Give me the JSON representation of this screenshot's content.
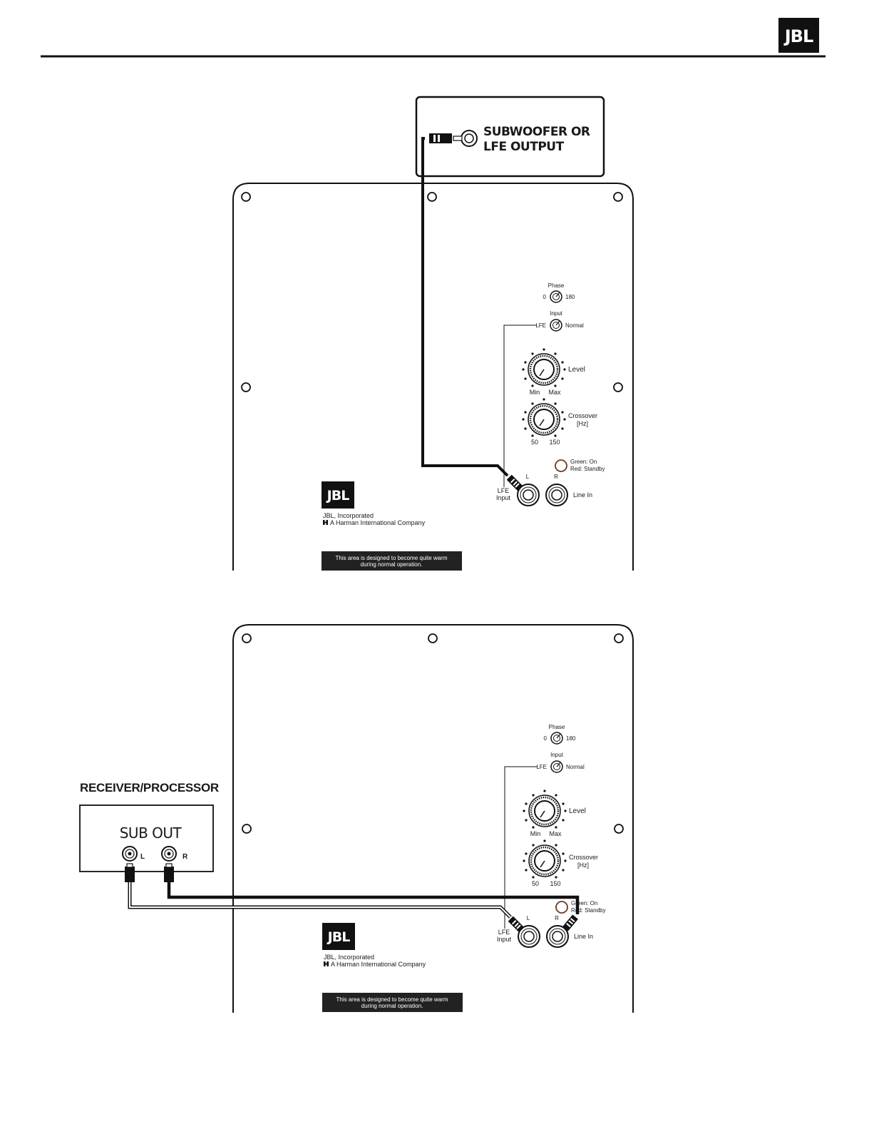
{
  "header": {
    "logo_text": "JBL"
  },
  "figure_top": {
    "source_box": {
      "line1": "SUBWOOFER OR",
      "line2": "LFE OUTPUT"
    },
    "panel": {
      "phase_label": "Phase",
      "phase_0": "0",
      "phase_180": "180",
      "input_label": "Input",
      "input_lfe": "LFE",
      "input_normal": "Normal",
      "level_label": "Level",
      "level_min": "Min",
      "level_max": "Max",
      "crossover_label": "Crossover",
      "crossover_unit": "[Hz]",
      "crossover_min": "50",
      "crossover_max": "150",
      "power_green": "Green: On",
      "power_red": "Red: Standby",
      "jack_l": "L",
      "jack_r": "R",
      "lfe_input_1": "LFE",
      "lfe_input_2": "Input",
      "line_in": "Line In",
      "logo_text": "JBL",
      "company_1": "JBL, Incorporated",
      "company_2": "A Harman International Company",
      "warning_1": "This area is designed to become quite warm",
      "warning_2": "during normal operation."
    }
  },
  "figure_bottom": {
    "receiver_title": "RECEIVER/PROCESSOR",
    "sub_out": "SUB OUT",
    "sub_l": "L",
    "sub_r": "R",
    "panel": {
      "phase_label": "Phase",
      "phase_0": "0",
      "phase_180": "180",
      "input_label": "Input",
      "input_lfe": "LFE",
      "input_normal": "Normal",
      "level_label": "Level",
      "level_min": "Min",
      "level_max": "Max",
      "crossover_label": "Crossover",
      "crossover_unit": "[Hz]",
      "crossover_min": "50",
      "crossover_max": "150",
      "power_green": "Green: On",
      "power_red": "Red: Standby",
      "jack_l": "L",
      "jack_r": "R",
      "lfe_input_1": "LFE",
      "lfe_input_2": "Input",
      "line_in": "Line In",
      "logo_text": "JBL",
      "company_1": "JBL, Incorporated",
      "company_2": "A Harman International Company",
      "warning_1": "This area is designed to become quite warm",
      "warning_2": "during normal operation."
    }
  }
}
